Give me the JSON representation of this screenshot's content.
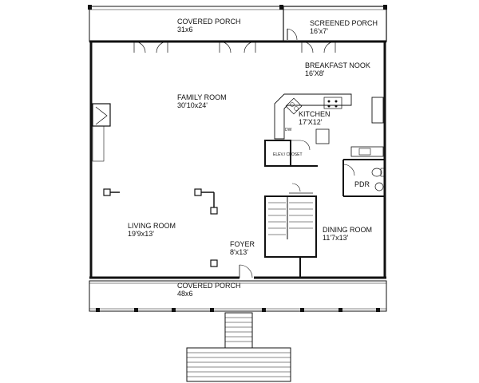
{
  "colors": {
    "line": "#111111",
    "background": "#ffffff"
  },
  "rooms": {
    "covered_porch_top": {
      "name": "COVERED PORCH",
      "size": "31x6"
    },
    "screened_porch": {
      "name": "SCREENED PORCH",
      "size": "16'x7'"
    },
    "breakfast_nook": {
      "name": "BREAKFAST NOOK",
      "size": "16'X8'"
    },
    "family_room": {
      "name": "FAMILY ROOM",
      "size": "30'10x24'"
    },
    "kitchen": {
      "name": "KITCHEN",
      "size": "17'X12'"
    },
    "elev_closet": {
      "name": "ELEV./ CLOSET"
    },
    "dw": {
      "name": "DW"
    },
    "pdr": {
      "name": "PDR"
    },
    "living_room": {
      "name": "LIVING ROOM",
      "size": "19'9x13'"
    },
    "dining_room": {
      "name": "DINING ROOM",
      "size": "11'7x13'"
    },
    "foyer": {
      "name": "FOYER",
      "size": "8'x13'"
    },
    "covered_porch_bottom": {
      "name": "COVERED PORCH",
      "size": "48x6"
    }
  }
}
